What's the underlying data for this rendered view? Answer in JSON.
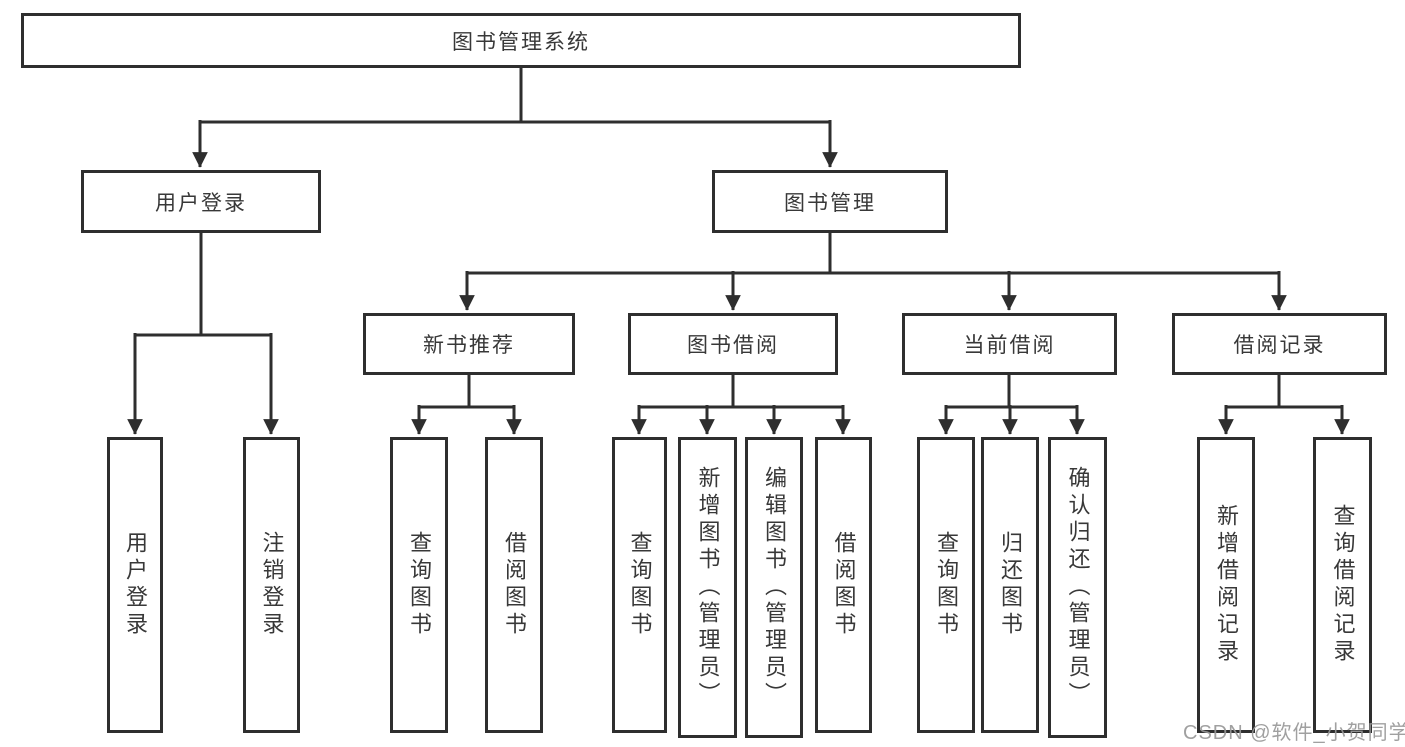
{
  "diagram_title": "图书管理系统",
  "nodes": {
    "root": "图书管理系统",
    "user_login": "用户登录",
    "book_management": "图书管理",
    "new_book_recommend": "新书推荐",
    "book_borrow": "图书借阅",
    "current_borrow": "当前借阅",
    "borrow_record": "借阅记录",
    "leaf_user_login": "用户登录",
    "leaf_logout": "注销登录",
    "leaf_nbr_query_book": "查询图书",
    "leaf_nbr_borrow_book": "借阅图书",
    "leaf_bb_query_book": "查询图书",
    "leaf_bb_add_book": "新增图书（管理员）",
    "leaf_bb_edit_book": "编辑图书（管理员）",
    "leaf_bb_borrow_book": "借阅图书",
    "leaf_cb_query_book": "查询图书",
    "leaf_cb_return_book": "归还图书",
    "leaf_cb_confirm_return": "确认归还（管理员）",
    "leaf_br_add_record": "新增借阅记录",
    "leaf_br_query_record": "查询借阅记录"
  },
  "watermark": "CSDN @软件_小贺同学",
  "colors": {
    "line": "#2e2e2e",
    "text": "#383838",
    "watermark": "#989898",
    "background": "#ffffff"
  }
}
